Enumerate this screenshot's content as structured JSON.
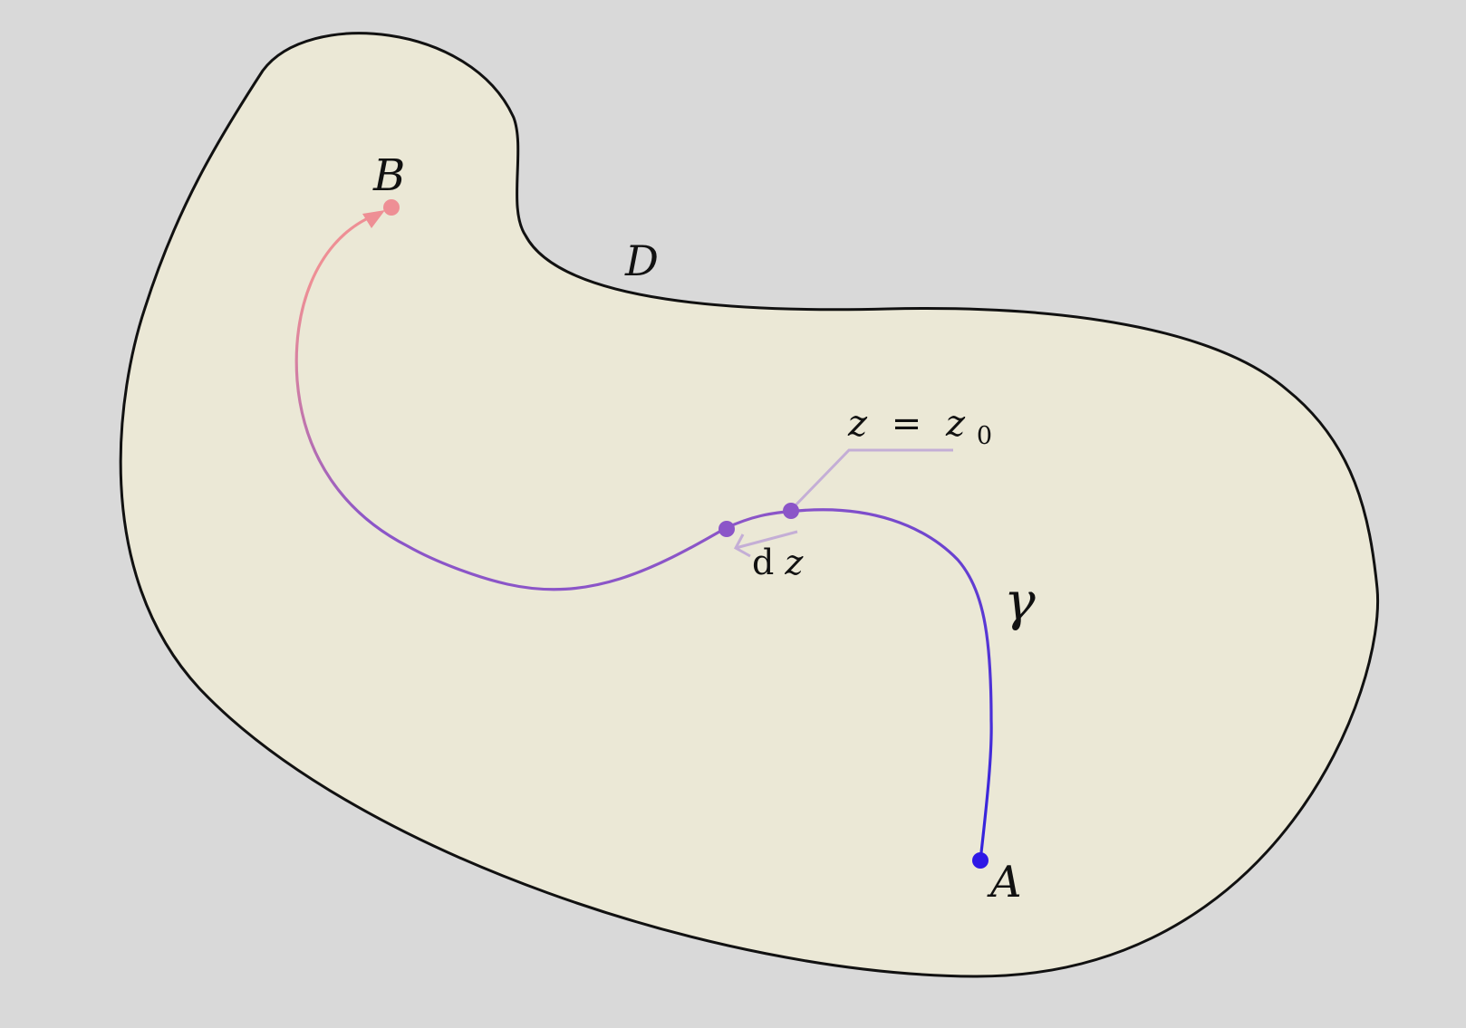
{
  "diagram": {
    "region_label": "D",
    "start_point_label": "A",
    "end_point_label": "B",
    "curve_label": "γ",
    "annotation": {
      "lhs": "z",
      "eq": "=",
      "rhs_base": "z",
      "rhs_sub": "0"
    },
    "differential": {
      "prefix": "d",
      "var": "z"
    }
  },
  "colors": {
    "background": "#d9d9d9",
    "region_fill": "#ebe8d6",
    "region_stroke": "#111111",
    "curve_start": "#3322dd",
    "curve_mid": "#8b55c8",
    "curve_end": "#ee8f95",
    "annotation_line": "#c4aed6",
    "dz_arrow": "#c4aed6"
  },
  "icons": {
    "point_a": "filled-circle",
    "point_b": "filled-circle",
    "point_z0": "filled-circle",
    "point_z": "filled-circle",
    "arrowhead_b": "triangle-arrowhead",
    "arrowhead_dz": "open-chevron-arrowhead"
  }
}
